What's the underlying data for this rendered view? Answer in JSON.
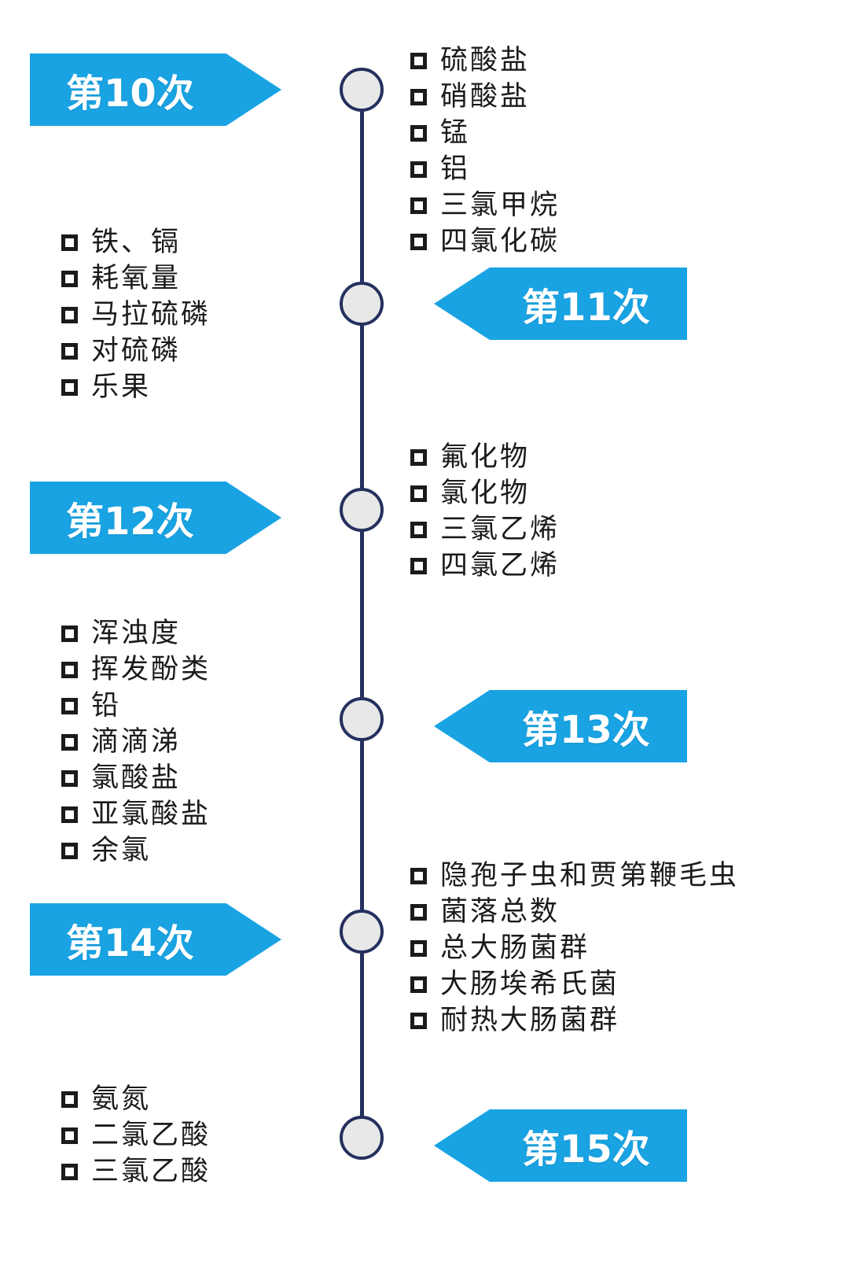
{
  "theme": {
    "banner_color": "#19a3e3",
    "spine_color": "#25305e",
    "node_fill": "#e8e8e8",
    "text_color": "#1b1b1b",
    "background": "#ffffff"
  },
  "timeline": [
    {
      "id": "10",
      "banner_label": "第10次",
      "banner_side": "left",
      "arrow_direction": "right",
      "items_side": "right",
      "items": [
        "硫酸盐",
        "硝酸盐",
        "锰",
        "铝",
        "三氯甲烷",
        "四氯化碳"
      ]
    },
    {
      "id": "11",
      "banner_label": "第11次",
      "banner_side": "right",
      "arrow_direction": "left",
      "items_side": "left",
      "items": [
        "铁、镉",
        "耗氧量",
        "马拉硫磷",
        "对硫磷",
        "乐果"
      ]
    },
    {
      "id": "12",
      "banner_label": "第12次",
      "banner_side": "left",
      "arrow_direction": "right",
      "items_side": "right",
      "items": [
        "氟化物",
        "氯化物",
        "三氯乙烯",
        "四氯乙烯"
      ]
    },
    {
      "id": "13",
      "banner_label": "第13次",
      "banner_side": "right",
      "arrow_direction": "left",
      "items_side": "left",
      "items": [
        "浑浊度",
        "挥发酚类",
        "铅",
        "滴滴涕",
        "氯酸盐",
        "亚氯酸盐",
        "余氯"
      ]
    },
    {
      "id": "14",
      "banner_label": "第14次",
      "banner_side": "left",
      "arrow_direction": "right",
      "items_side": "right",
      "items": [
        "隐孢子虫和贾第鞭毛虫",
        "菌落总数",
        "总大肠菌群",
        "大肠埃希氏菌",
        "耐热大肠菌群"
      ]
    },
    {
      "id": "15",
      "banner_label": "第15次",
      "banner_side": "right",
      "arrow_direction": "left",
      "items_side": "left",
      "items": [
        "氨氮",
        "二氯乙酸",
        "三氯乙酸"
      ]
    }
  ]
}
